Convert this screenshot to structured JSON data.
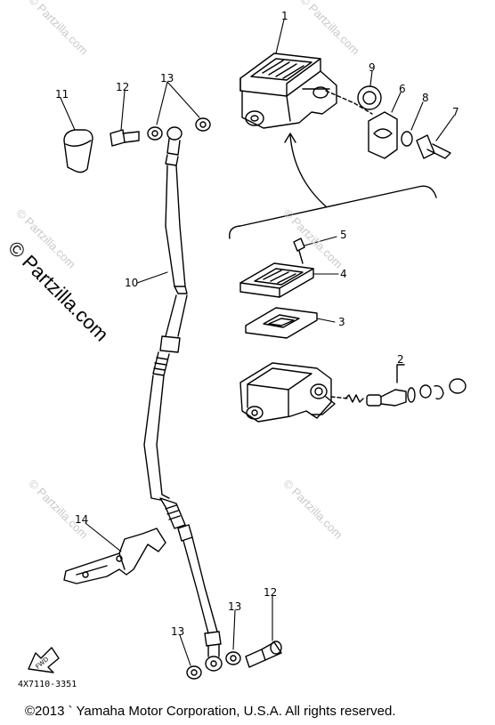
{
  "watermark": {
    "text": "© Partzilla.com",
    "large_text": "© Partzilla.com"
  },
  "callouts": [
    "1",
    "2",
    "3",
    "4",
    "5",
    "6",
    "7",
    "8",
    "9",
    "10",
    "11",
    "12",
    "13",
    "14",
    "12",
    "13",
    "13"
  ],
  "diagram_code": "4X7110-3351",
  "fwd_label": "FWD",
  "copyright": "©2013 ` Yamaha Motor Corporation, U.S.A. All rights reserved."
}
